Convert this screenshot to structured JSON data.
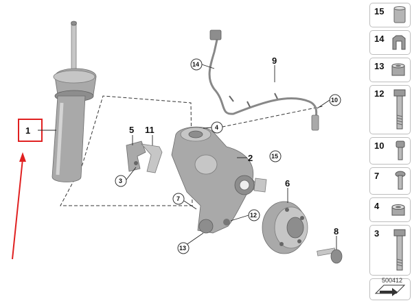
{
  "diagram": {
    "callouts": {
      "c1": "1",
      "c2": "2",
      "c3": "3",
      "c4": "4",
      "c5": "5",
      "c6": "6",
      "c7": "7",
      "c8": "8",
      "c9": "9",
      "c10": "10",
      "c11": "11",
      "c12": "12",
      "c13": "13",
      "c14": "14",
      "c15": "15"
    },
    "highlight_color": "#e02020",
    "part_color": "#a9a9a9"
  },
  "sidebar": {
    "items": [
      {
        "label": "15",
        "icon": "sleeve-icon"
      },
      {
        "label": "14",
        "icon": "clip-icon"
      },
      {
        "label": "13",
        "icon": "collar-nut-icon"
      },
      {
        "label": "12",
        "icon": "hex-bolt-icon"
      },
      {
        "label": "10",
        "icon": "socket-bolt-icon"
      },
      {
        "label": "7",
        "icon": "torx-bolt-icon"
      },
      {
        "label": "4",
        "icon": "hex-nut-icon"
      },
      {
        "label": "3",
        "icon": "long-bolt-icon"
      },
      {
        "label": "",
        "icon": "arrow-icon"
      }
    ]
  },
  "catalog_id": "500412"
}
